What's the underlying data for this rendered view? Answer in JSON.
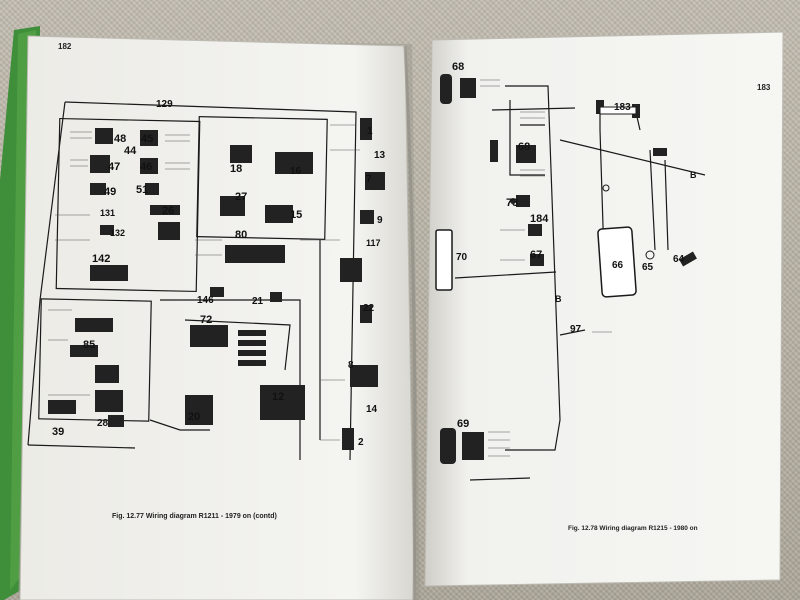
{
  "left_page": {
    "page_number": "182",
    "caption": "Fig. 12.77 Wiring diagram R1211 - 1979 on (contd)",
    "labels": [
      {
        "id": "129",
        "text": "129"
      },
      {
        "id": "1",
        "text": "1"
      },
      {
        "id": "48",
        "text": "48"
      },
      {
        "id": "45",
        "text": "45"
      },
      {
        "id": "44",
        "text": "44"
      },
      {
        "id": "47",
        "text": "47"
      },
      {
        "id": "46",
        "text": "46"
      },
      {
        "id": "49",
        "text": "49"
      },
      {
        "id": "51",
        "text": "51"
      },
      {
        "id": "18",
        "text": "18"
      },
      {
        "id": "16",
        "text": "16"
      },
      {
        "id": "13",
        "text": "13"
      },
      {
        "id": "7",
        "text": "7"
      },
      {
        "id": "27",
        "text": "27"
      },
      {
        "id": "15",
        "text": "15"
      },
      {
        "id": "26",
        "text": "26"
      },
      {
        "id": "131",
        "text": "131"
      },
      {
        "id": "132",
        "text": "132"
      },
      {
        "id": "9",
        "text": "9"
      },
      {
        "id": "80",
        "text": "80"
      },
      {
        "id": "117",
        "text": "117"
      },
      {
        "id": "142",
        "text": "142"
      },
      {
        "id": "146",
        "text": "146"
      },
      {
        "id": "21",
        "text": "21"
      },
      {
        "id": "22",
        "text": "22"
      },
      {
        "id": "72",
        "text": "72"
      },
      {
        "id": "85",
        "text": "85"
      },
      {
        "id": "8",
        "text": "8"
      },
      {
        "id": "12",
        "text": "12"
      },
      {
        "id": "14",
        "text": "14"
      },
      {
        "id": "20",
        "text": "20"
      },
      {
        "id": "28",
        "text": "28"
      },
      {
        "id": "39",
        "text": "39"
      },
      {
        "id": "2",
        "text": "2"
      }
    ]
  },
  "right_page": {
    "page_number": "183",
    "caption": "Fig. 12.78 Wiring diagram R1215 - 1980 on",
    "labels": [
      {
        "id": "68a",
        "text": "68"
      },
      {
        "id": "183",
        "text": "183"
      },
      {
        "id": "68b",
        "text": "68"
      },
      {
        "id": "B1",
        "text": "B"
      },
      {
        "id": "73",
        "text": "73"
      },
      {
        "id": "184",
        "text": "184"
      },
      {
        "id": "67",
        "text": "67"
      },
      {
        "id": "70",
        "text": "70"
      },
      {
        "id": "66",
        "text": "66"
      },
      {
        "id": "65",
        "text": "65"
      },
      {
        "id": "64",
        "text": "64"
      },
      {
        "id": "B2",
        "text": "B"
      },
      {
        "id": "97",
        "text": "97"
      },
      {
        "id": "69",
        "text": "69"
      }
    ]
  },
  "colors": {
    "paper": "#f3f3f0",
    "ink": "#1a1a1a",
    "cloth": "#b9b3a6",
    "cover_green": "#3f8f3a"
  }
}
